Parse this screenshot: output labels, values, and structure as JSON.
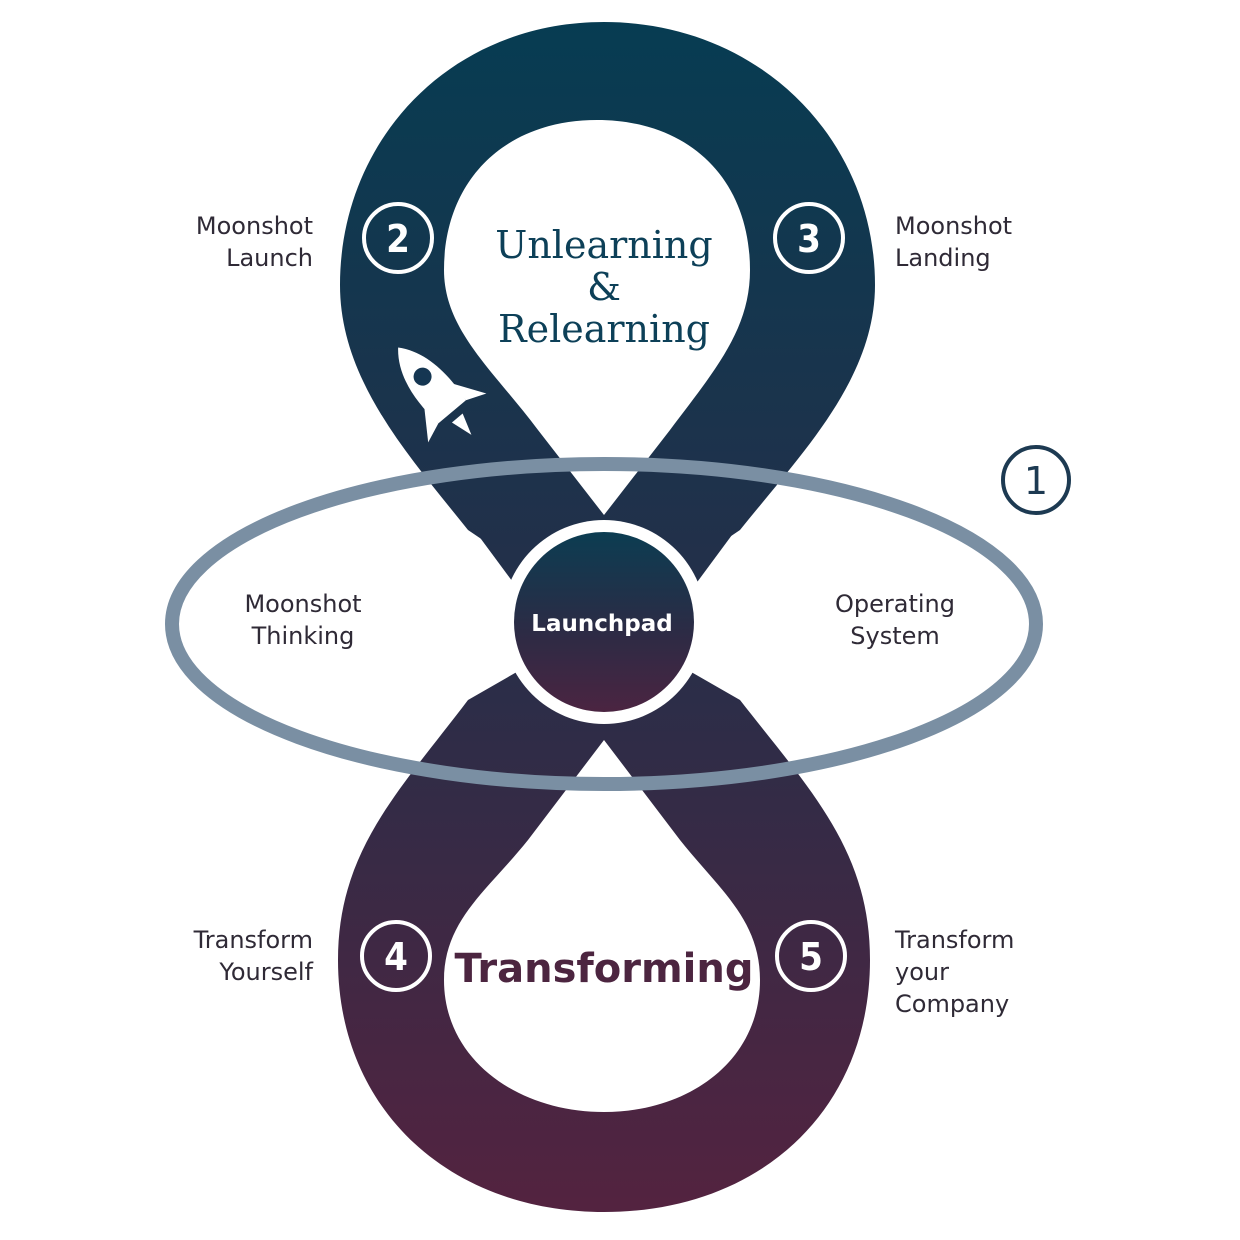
{
  "diagram": {
    "top_title": [
      "Unlearning",
      "&",
      "Relearning"
    ],
    "bottom_title": "Transforming",
    "center_label": "Launchpad",
    "steps": [
      {
        "number": "1"
      },
      {
        "number": "2",
        "label": [
          "Moonshot",
          "Launch"
        ]
      },
      {
        "number": "3",
        "label": [
          "Moonshot",
          "Landing"
        ]
      },
      {
        "number": "4",
        "label": [
          "Transform",
          "Yourself"
        ]
      },
      {
        "number": "5",
        "label": [
          "Transform",
          "your",
          "Company"
        ]
      }
    ],
    "ring_left_label": [
      "Moonshot",
      "Thinking"
    ],
    "ring_right_label": [
      "Operating",
      "System"
    ],
    "icons": {
      "rocket": "rocket-icon"
    },
    "colors": {
      "top_gradient": "#073c52",
      "bottom_gradient": "#532340",
      "ring": "#7a8fa3",
      "text_dark": "#2f2a36"
    }
  }
}
